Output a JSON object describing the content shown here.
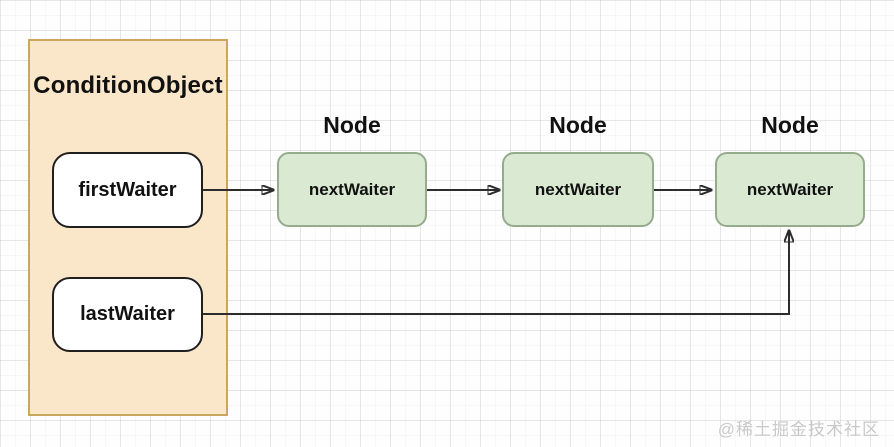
{
  "diagram": {
    "condition_object": {
      "title": "ConditionObject",
      "fields": [
        {
          "label": "firstWaiter"
        },
        {
          "label": "lastWaiter"
        }
      ]
    },
    "nodes": [
      {
        "title": "Node",
        "field": "nextWaiter"
      },
      {
        "title": "Node",
        "field": "nextWaiter"
      },
      {
        "title": "Node",
        "field": "nextWaiter"
      }
    ],
    "arrows": [
      {
        "name": "firstWaiter-to-node1"
      },
      {
        "name": "node1-to-node2"
      },
      {
        "name": "node2-to-node3"
      },
      {
        "name": "lastWaiter-to-node3"
      }
    ],
    "watermark": "@稀土掘金技术社区",
    "colors": {
      "condition_fill": "#fae6c9",
      "condition_border": "#c9a85d",
      "node_fill": "#d9e9d2",
      "node_border": "#95ac8c",
      "field_fill": "#ffffff",
      "field_border": "#1f1f1f",
      "arrow": "#2d2d2d",
      "text": "#111111",
      "watermark": "#c9c9c9"
    }
  }
}
